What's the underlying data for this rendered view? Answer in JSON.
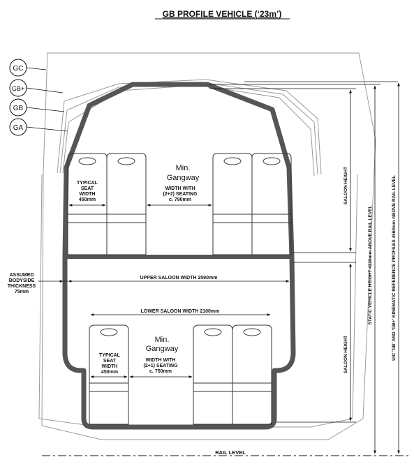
{
  "title": "GB PROFILE VEHICLE (‘23m’)",
  "gauges": [
    "GC",
    "GB+",
    "GB",
    "GA"
  ],
  "upper": {
    "seat_label": [
      "TYPICAL",
      "SEAT",
      "WIDTH",
      "450mm"
    ],
    "gangway_title": [
      "Min.",
      "Gangway"
    ],
    "gangway_note": [
      "WIDTH WITH",
      "(2+2) SEATING",
      "c. 790mm"
    ],
    "saloon_width": "UPPER SALOON WIDTH 2590mm"
  },
  "lower": {
    "saloon_width": "LOWER SALOON WIDTH 2100mm",
    "seat_label": [
      "TYPICAL",
      "SEAT",
      "WIDTH",
      "450mm"
    ],
    "gangway_title": [
      "Min.",
      "Gangway"
    ],
    "gangway_note": [
      "WIDTH WITH",
      "(2+1) SEATING",
      "c. 750mm"
    ]
  },
  "bodyside": [
    "ASSUMED",
    "BODYSIDE",
    "THICKNESS",
    "75mm"
  ],
  "saloon_height": "SALOON HEIGHT",
  "static_height": "STATIC VEHICLE HEIGHT 4320mm ABOVE RAIL LEVEL",
  "uic_height": "UIC 'GB' AND 'GB+' KINEMATIC REFERENCE PROFILES 4560mm ABOVE RAIL LEVEL",
  "rail_level": "RAIL LEVEL"
}
